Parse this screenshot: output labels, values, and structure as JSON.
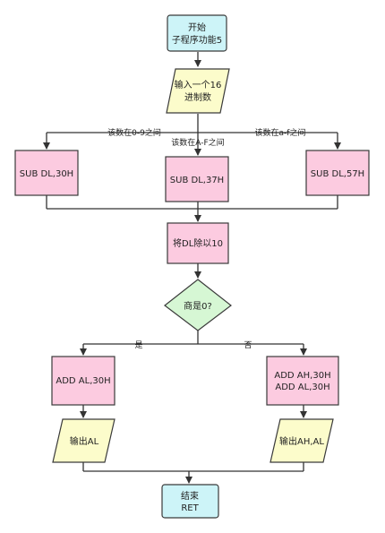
{
  "nodes": {
    "start": {
      "line1": "开始",
      "line2": "子程序功能5"
    },
    "input": {
      "line1": "输入一个16",
      "line2": "进制数"
    },
    "sub30": {
      "label": "SUB DL,30H"
    },
    "sub37": {
      "label": "SUB DL,37H"
    },
    "sub57": {
      "label": "SUB DL,57H"
    },
    "div10": {
      "label": "将DL除以10"
    },
    "decision": {
      "label": "商是0?"
    },
    "add_al": {
      "label": "ADD AL,30H"
    },
    "add_ah_al": {
      "line1": "ADD AH,30H",
      "line2": "ADD AL,30H"
    },
    "out_al": {
      "label": "输出AL"
    },
    "out_ah_al": {
      "label": "输出AH,AL"
    },
    "end": {
      "line1": "结束",
      "line2": "RET"
    }
  },
  "edges": {
    "to_sub30": "该数在0-9之间",
    "to_sub37": "该数在A-F之间",
    "to_sub57": "该数在a-f之间",
    "yes": "是",
    "no": "否"
  },
  "colors": {
    "terminal": "#cdf4f8",
    "io": "#fcfccb",
    "process": "#fccbe0",
    "decision": "#d6f7d4"
  }
}
